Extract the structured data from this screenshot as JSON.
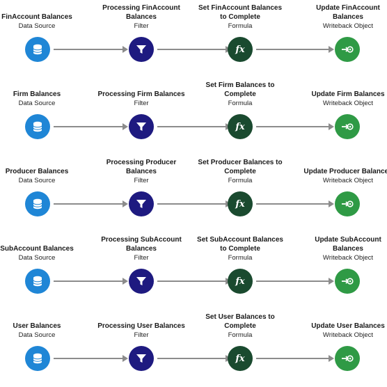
{
  "rows": [
    {
      "source": {
        "title": "FinAccount Balances",
        "type": "Data Source",
        "icon": "database-icon"
      },
      "filter": {
        "title": "Processing FinAccount Balances",
        "type": "Filter",
        "icon": "filter-icon"
      },
      "formula": {
        "title": "Set FinAccount Balances to Complete",
        "type": "Formula",
        "icon": "fx-icon",
        "glyph": "fx"
      },
      "writeback": {
        "title": "Update FinAccount Balances",
        "type": "Writeback Object",
        "icon": "writeback-icon"
      }
    },
    {
      "source": {
        "title": "Firm Balances",
        "type": "Data Source",
        "icon": "database-icon"
      },
      "filter": {
        "title": "Processing Firm Balances",
        "type": "Filter",
        "icon": "filter-icon"
      },
      "formula": {
        "title": "Set Firm Balances to Complete",
        "type": "Formula",
        "icon": "fx-icon",
        "glyph": "fx"
      },
      "writeback": {
        "title": "Update Firm Balances",
        "type": "Writeback Object",
        "icon": "writeback-icon"
      }
    },
    {
      "source": {
        "title": "Producer Balances",
        "type": "Data Source",
        "icon": "database-icon"
      },
      "filter": {
        "title": "Processing Producer Balances",
        "type": "Filter",
        "icon": "filter-icon"
      },
      "formula": {
        "title": "Set Producer Balances to Complete",
        "type": "Formula",
        "icon": "fx-icon",
        "glyph": "fx"
      },
      "writeback": {
        "title": "Update Producer Balances",
        "type": "Writeback Object",
        "icon": "writeback-icon"
      }
    },
    {
      "source": {
        "title": "SubAccount Balances",
        "type": "Data Source",
        "icon": "database-icon"
      },
      "filter": {
        "title": "Processing SubAccount Balances",
        "type": "Filter",
        "icon": "filter-icon"
      },
      "formula": {
        "title": "Set SubAccount Balances to Complete",
        "type": "Formula",
        "icon": "fx-icon",
        "glyph": "fx"
      },
      "writeback": {
        "title": "Update SubAccount Balances",
        "type": "Writeback Object",
        "icon": "writeback-icon"
      }
    },
    {
      "source": {
        "title": "User Balances",
        "type": "Data Source",
        "icon": "database-icon"
      },
      "filter": {
        "title": "Processing User Balances",
        "type": "Filter",
        "icon": "filter-icon"
      },
      "formula": {
        "title": "Set User Balances to Complete",
        "type": "Formula",
        "icon": "fx-icon",
        "glyph": "fx"
      },
      "writeback": {
        "title": "Update User Balances",
        "type": "Writeback Object",
        "icon": "writeback-icon"
      }
    }
  ],
  "colors": {
    "data_source": "#1f86d6",
    "filter": "#1e1a80",
    "formula": "#1a4a2f",
    "writeback": "#2f9a45",
    "connector": "#8c8c8c"
  }
}
